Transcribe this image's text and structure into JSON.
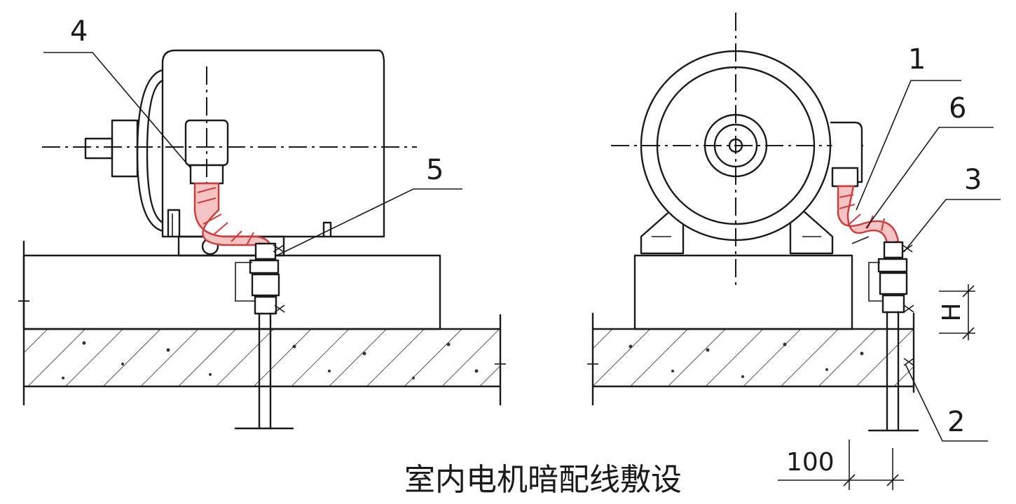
{
  "callouts": {
    "c1": "1",
    "c2": "2",
    "c3": "3",
    "c4": "4",
    "c5": "5",
    "c6": "6"
  },
  "dimensions": {
    "height_label": "H",
    "offset_label": "100"
  },
  "caption": "室内电机暗配线敷设",
  "colors": {
    "line": "#1a1a1a",
    "flexible_conduit": "#d23a3a"
  }
}
